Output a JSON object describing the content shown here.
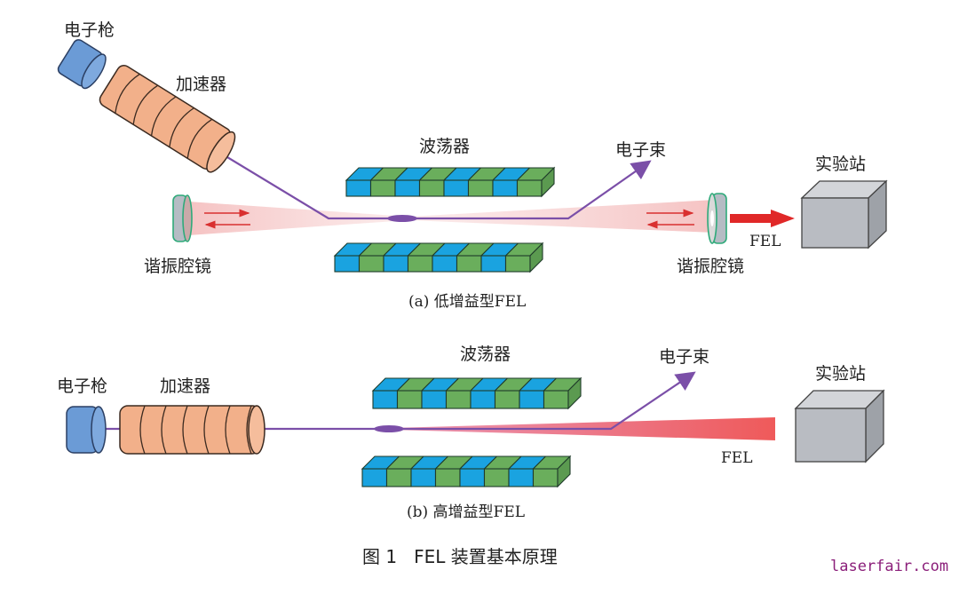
{
  "figure": {
    "caption": "图 1   FEL 装置基本原理",
    "watermark": "laserfair.com"
  },
  "panel_a": {
    "subcaption": "(a)  低增益型FEL",
    "labels": {
      "electron_gun": "电子枪",
      "accelerator": "加速器",
      "undulator": "波荡器",
      "electron_beam": "电子束",
      "mirror_left": "谐振腔镜",
      "mirror_right": "谐振腔镜",
      "fel": "FEL",
      "experiment_station": "实验站"
    }
  },
  "panel_b": {
    "subcaption": "(b)  高增益型FEL",
    "labels": {
      "electron_gun": "电子枪",
      "accelerator": "加速器",
      "undulator": "波荡器",
      "electron_beam": "电子束",
      "fel": "FEL",
      "experiment_station": "实验站"
    }
  },
  "colors": {
    "gun": "#6b9bd6",
    "accelerator": "#f2b08a",
    "undulator_blue": "#1aa3e0",
    "undulator_green": "#6aae5c",
    "beam": "#7b4fa8",
    "laser_pink": "#f5c5c5",
    "laser_red": "#e53935",
    "mirror": "#b5bcc4",
    "mirror_edge": "#2faa7a",
    "station": "#b9bcc2"
  }
}
